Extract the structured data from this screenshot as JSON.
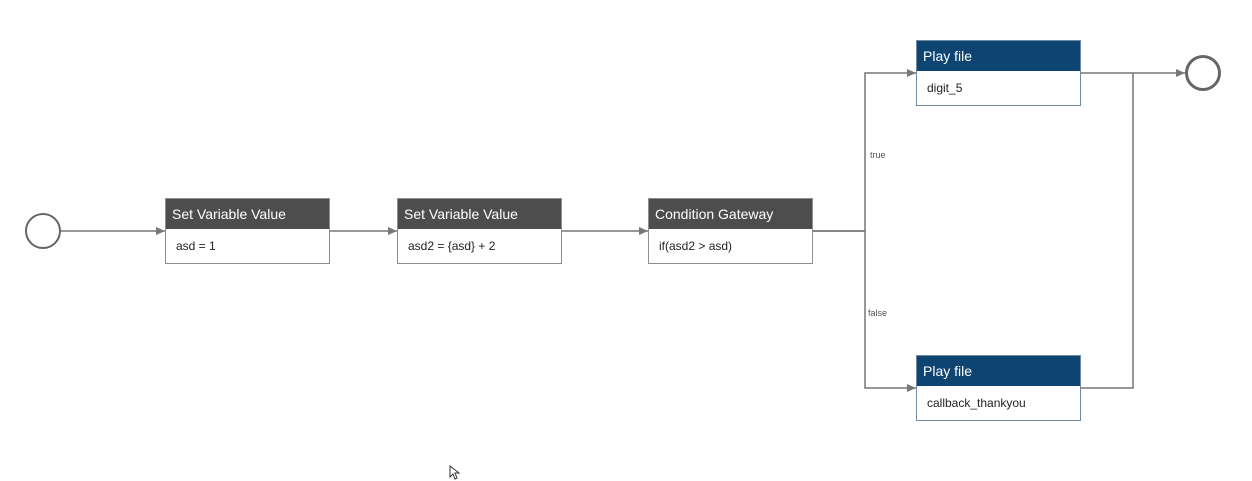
{
  "diagram": {
    "nodes": {
      "set_var_1": {
        "title": "Set Variable Value",
        "body": "asd = 1"
      },
      "set_var_2": {
        "title": "Set Variable Value",
        "body": "asd2 = {asd} + 2"
      },
      "condition": {
        "title": "Condition Gateway",
        "body": "if(asd2 > asd)"
      },
      "play_true": {
        "title": "Play file",
        "body": "digit_5"
      },
      "play_false": {
        "title": "Play file",
        "body": "callback_thankyou"
      }
    },
    "edge_labels": {
      "true": "true",
      "false": "false"
    },
    "colors": {
      "gray_header": "#4d4d4d",
      "blue_header": "#0d4471",
      "connector": "#777777"
    }
  }
}
